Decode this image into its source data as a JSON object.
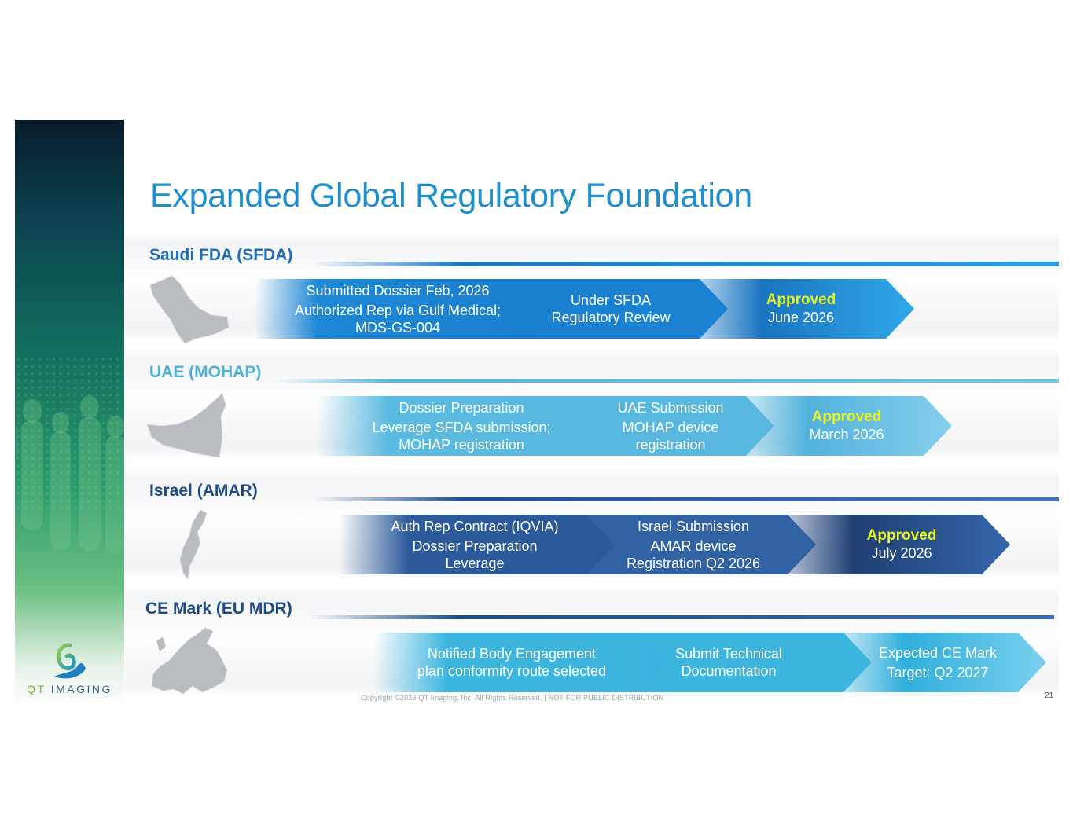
{
  "slide": {
    "title": "Expanded Global Regulatory Foundation",
    "footer": "Copyright ©2026 QT Imaging, Inc. All Rights Reserved.  |  NOT FOR PUBLIC DISTRIBUTION",
    "page_number": "21"
  },
  "logo": {
    "qt": "QT",
    "imaging": "IMAGING"
  },
  "rows": [
    {
      "label": "Saudi FDA (SFDA)",
      "color": "#1f74c2",
      "steps": [
        {
          "line1": "Submitted Dossier Feb, 2026",
          "line2": "Authorized Rep via Gulf Medical;",
          "line3": "MDS-GS-004"
        },
        {
          "line1": "Under SFDA",
          "line2": "Regulatory Review"
        },
        {
          "line1": "Approved",
          "line2": "June 2026"
        }
      ]
    },
    {
      "label": "UAE (MOHAP)",
      "color": "#58b8dc",
      "steps": [
        {
          "line1": "Dossier Preparation",
          "line2": "Leverage SFDA submission;",
          "line3": "MOHAP registration"
        },
        {
          "line1": "UAE Submission",
          "line2": "MOHAP device",
          "line3": "registration"
        },
        {
          "line1": "Approved",
          "line2": "March 2026"
        }
      ]
    },
    {
      "label": "Israel (AMAR)",
      "color": "#1f4f8a",
      "steps": [
        {
          "line1": "Auth Rep Contract (IQVIA)",
          "line2": "Dossier Preparation",
          "line3": "Leverage"
        },
        {
          "line1": "Israel Submission",
          "line2": "AMAR device",
          "line3": "Registration Q2 2026"
        },
        {
          "line1": "Approved",
          "line2": "July 2026"
        }
      ]
    },
    {
      "label": "CE Mark (EU MDR)",
      "color": "#1f4f8a",
      "steps": [
        {
          "line1": "Notified Body Engagement",
          "line2": "plan conformity route selected"
        },
        {
          "line1": "Submit Technical",
          "line2": "Documentation"
        },
        {
          "line1": "Expected CE Mark",
          "line2": "Target: Q2 2027"
        }
      ]
    }
  ]
}
